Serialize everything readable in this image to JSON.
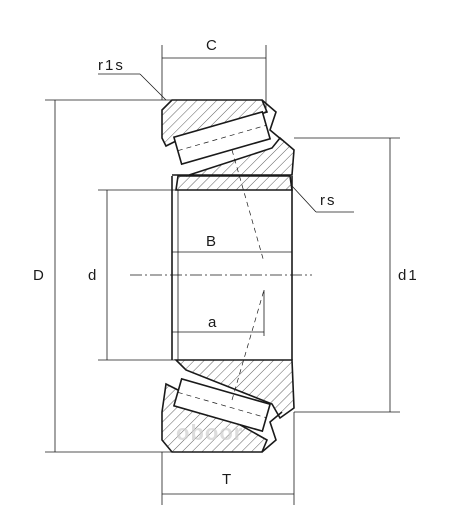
{
  "labels": {
    "C": "C",
    "r1s": "r1s",
    "rs": "rs",
    "D": "D",
    "d": "d",
    "d1": "d1",
    "B": "B",
    "a": "a",
    "T": "T"
  },
  "watermark": "oboor"
}
